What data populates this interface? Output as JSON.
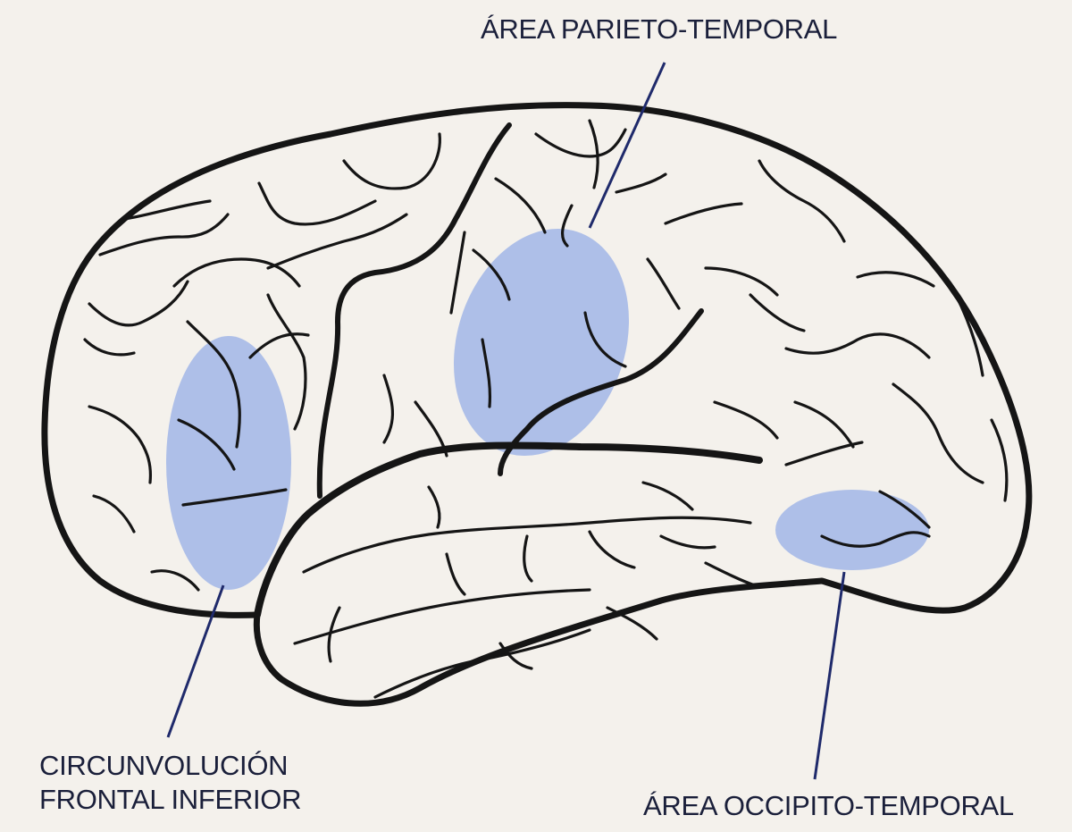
{
  "labels": {
    "parietal_temporal": "ÁREA PARIETO-TEMPORAL",
    "frontal_inferior_line1": "CIRCUNVOLUCIÓN",
    "frontal_inferior_line2": "FRONTAL INFERIOR",
    "occipito_temporal": "ÁREA OCCIPITO-TEMPORAL"
  },
  "colors": {
    "outline": "#151515",
    "highlight": "#7f9ee6",
    "leader_line": "#1f2a6b",
    "label_text": "#1a1f3a",
    "background": "#f4f1ec"
  }
}
